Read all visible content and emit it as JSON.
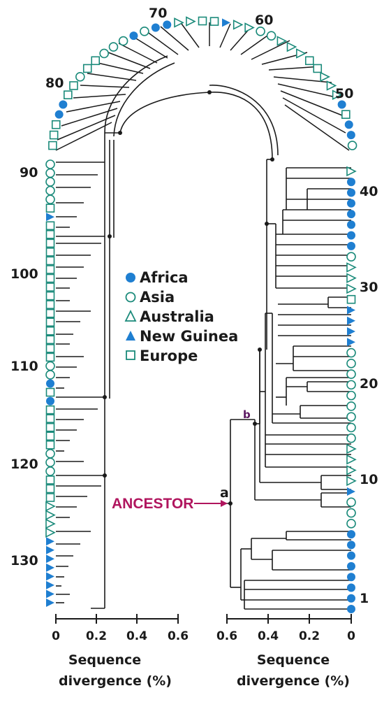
{
  "colors": {
    "leaf_stroke": "#1a8a7a",
    "leaf_fill": "#1f7fd1",
    "branch": "#1a1a1a",
    "ancestor": "#b0155e",
    "node_label": "#5a1660"
  },
  "leaf_numbers": [
    "1",
    "10",
    "20",
    "30",
    "40",
    "50",
    "60",
    "70",
    "80",
    "90",
    "100",
    "110",
    "120",
    "130"
  ],
  "legend": [
    {
      "label": "Africa",
      "icon": "filled-circle-icon"
    },
    {
      "label": "Asia",
      "icon": "open-circle-icon"
    },
    {
      "label": "Australia",
      "icon": "open-triangle-icon"
    },
    {
      "label": "New Guinea",
      "icon": "filled-triangle-icon"
    },
    {
      "label": "Europe",
      "icon": "open-square-icon"
    }
  ],
  "ancestor_label": "ANCESTOR",
  "node_labels": {
    "a": "a",
    "b": "b"
  },
  "axes": {
    "left_ticks": [
      "0",
      "0.2",
      "0.4",
      "0.6"
    ],
    "right_ticks": [
      "0.6",
      "0.4",
      "0.2",
      "0"
    ],
    "title_line1": "Sequence",
    "title_line2": "divergence (%)"
  }
}
